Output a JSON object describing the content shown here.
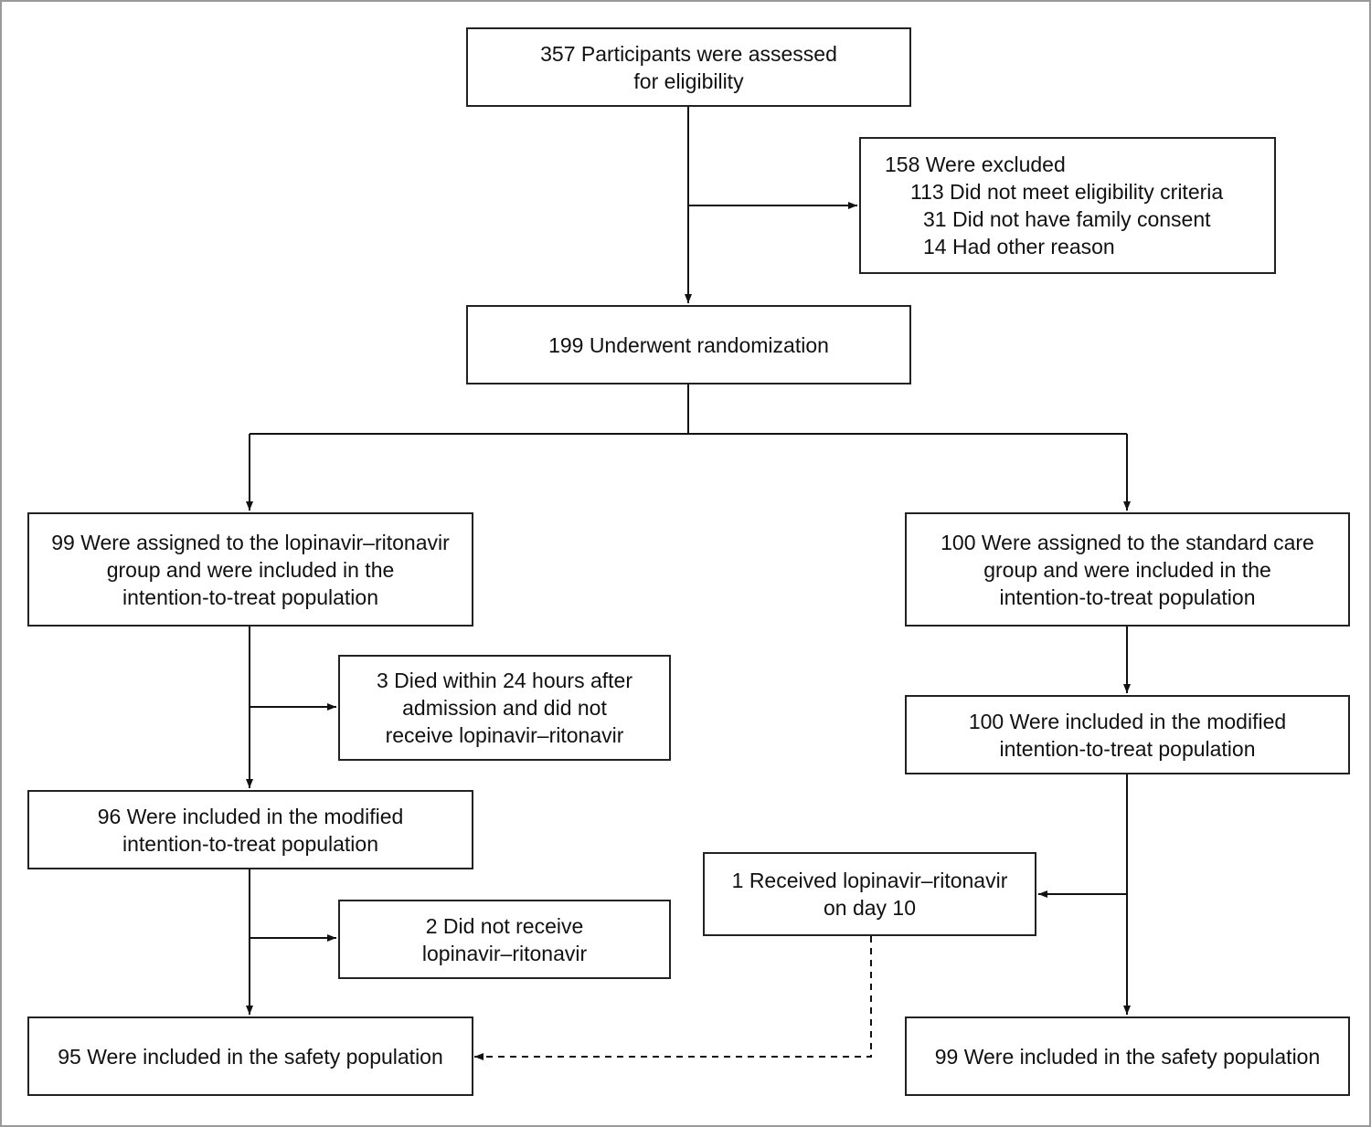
{
  "boxes": {
    "assessed": [
      "357 Participants were assessed",
      "for eligibility"
    ],
    "excluded": {
      "title": "158 Were excluded",
      "reasons": [
        "113 Did not meet eligibility criteria",
        "31 Did not have family consent",
        "14 Had other reason"
      ]
    },
    "randomized": [
      "199 Underwent randomization"
    ],
    "lr_itt": [
      "99 Were assigned to the lopinavir–ritonavir",
      "group and were included in the",
      "intention-to-treat population"
    ],
    "sc_itt": [
      "100 Were assigned to the standard care",
      "group and were included in the",
      "intention-to-treat population"
    ],
    "lr_died": [
      "3 Died within 24 hours after",
      "admission and did not",
      "receive lopinavir–ritonavir"
    ],
    "sc_mitt": [
      "100 Were included in the modified",
      "intention-to-treat population"
    ],
    "lr_mitt": [
      "96 Were included in the modified",
      "intention-to-treat population"
    ],
    "sc_crossover": [
      "1 Received lopinavir–ritonavir",
      "on day 10"
    ],
    "lr_not_received": [
      "2 Did not receive",
      "lopinavir–ritonavir"
    ],
    "lr_safety": [
      "95 Were included in the safety population"
    ],
    "sc_safety": [
      "99 Were included in the safety population"
    ]
  }
}
